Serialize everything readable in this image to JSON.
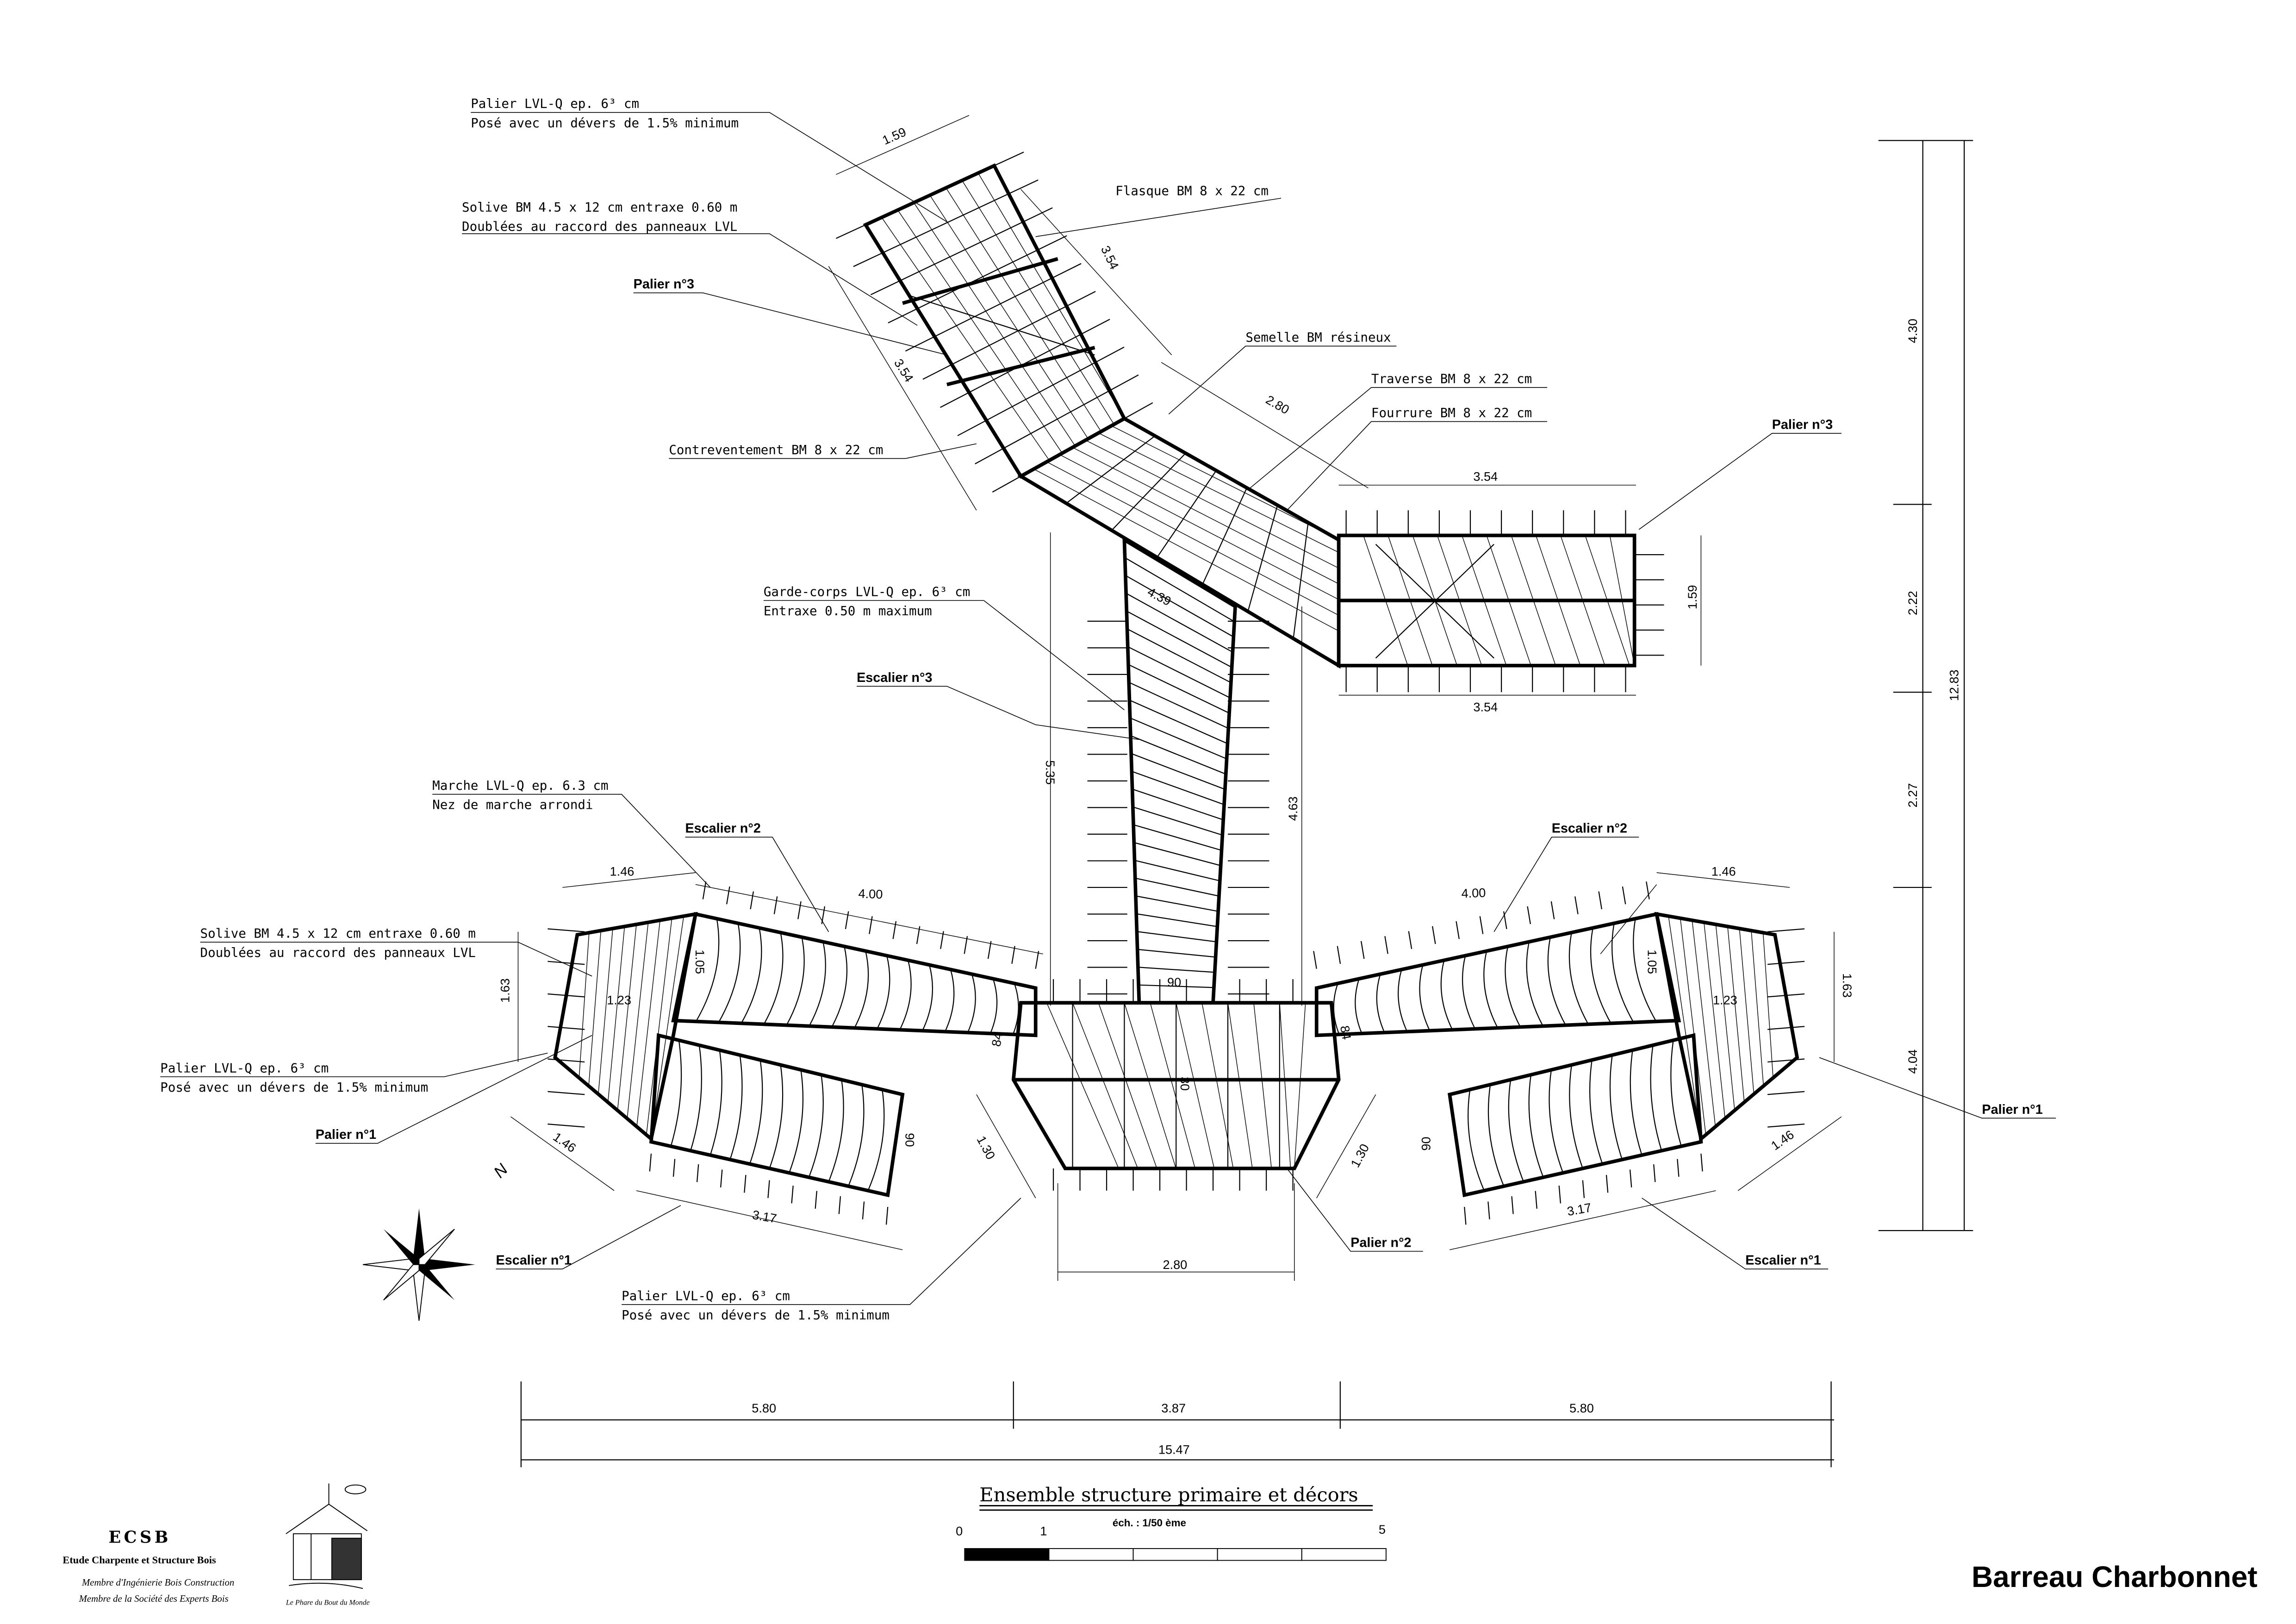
{
  "title": "Ensemble structure primaire et décors",
  "scale": {
    "label": "éch. : 1/50 ème",
    "ticks": [
      "0",
      "1",
      "5"
    ]
  },
  "brand": "Barreau Charbonnet",
  "company": {
    "acronym": "ECSB",
    "name": "Etude Charpente et Structure Bois",
    "member1": "Membre d'Ingénierie Bois Construction",
    "member2": "Membre de la Société des Experts Bois",
    "logo_caption": "Le Phare du Bout du Monde"
  },
  "compass": "N",
  "labels": {
    "palier_top_1": "Palier LVL-Q ep. 6³ cm",
    "palier_top_2": "Posé avec un dévers de 1.5% minimum",
    "solive_top_1": "Solive BM 4.5 x 12 cm entraxe 0.60 m",
    "solive_top_2": "Doublées au raccord des panneaux LVL",
    "palier3_left": "Palier n°3",
    "flasque": "Flasque BM 8 x 22 cm",
    "semelle": "Semelle BM résineux",
    "traverse": "Traverse BM 8 x 22 cm",
    "fourrure": "Fourrure BM 8 x 22 cm",
    "contreventement": "Contreventement BM 8 x 22 cm",
    "palier3_right": "Palier n°3",
    "garde_1": "Garde-corps LVL-Q ep. 6³ cm",
    "garde_2": "Entraxe 0.50 m maximum",
    "escalier3": "Escalier n°3",
    "marche_1": "Marche LVL-Q ep. 6.3 cm",
    "marche_2": "Nez de marche arrondi",
    "escalier2_left": "Escalier n°2",
    "escalier2_right": "Escalier n°2",
    "solive_left_1": "Solive BM 4.5 x 12 cm entraxe 0.60 m",
    "solive_left_2": "Doublées au raccord des panneaux LVL",
    "palier_left_1": "Palier LVL-Q ep. 6³ cm",
    "palier_left_2": "Posé avec un dévers de 1.5% minimum",
    "palier1_left": "Palier n°1",
    "palier1_right": "Palier n°1",
    "escalier1_left": "Escalier n°1",
    "escalier1_right": "Escalier n°1",
    "palier2": "Palier n°2",
    "palier_bottom_1": "Palier LVL-Q ep. 6³ cm",
    "palier_bottom_2": "Posé avec un dévers de 1.5% minimum"
  },
  "dimensions": {
    "top_width": "1.59",
    "top_flasque": "3.54",
    "top_left": "3.54",
    "diag": "2.80",
    "right_landing_top": "3.54",
    "right_landing_h": "1.59",
    "right_landing_bottom": "3.54",
    "stair3_diag": "4.39",
    "stair3_left": "5.35",
    "stair3_right": "4.63",
    "l_146_top": "1.46",
    "l_400": "4.00",
    "l_163": "1.63",
    "l_123": "1.23",
    "l_105": "1.05",
    "c_84_left": "84",
    "c_90": "90",
    "c_84_right": "84",
    "c_30": "30",
    "l_130": "1.30",
    "r_130": "1.30",
    "l_90": "90",
    "r_90": "90",
    "l_146_bot": "1.46",
    "l_317": "3.17",
    "c_280": "2.80",
    "r_146_top": "1.46",
    "r_400": "4.00",
    "r_163": "1.63",
    "r_123": "1.23",
    "r_105": "1.05",
    "r_146_bot": "1.46",
    "r_317": "3.17",
    "v_430": "4.30",
    "v_222": "2.22",
    "v_227": "2.27",
    "v_404": "4.04",
    "v_total": "12.83",
    "h_580_left": "5.80",
    "h_387": "3.87",
    "h_580_right": "5.80",
    "h_total": "15.47"
  }
}
